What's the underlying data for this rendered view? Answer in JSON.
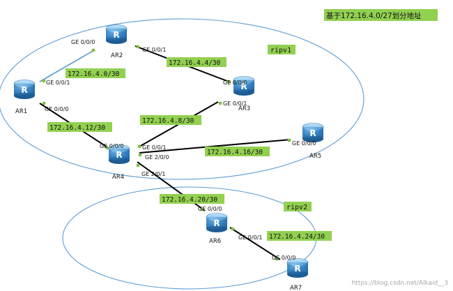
{
  "title": "基于172.16.4.0/27划分地址",
  "areas": {
    "ripv1": "ripv1",
    "ripv2": "ripv2"
  },
  "routers": {
    "AR1": "AR1",
    "AR2": "AR2",
    "AR3": "AR3",
    "AR4": "AR4",
    "AR5": "AR5",
    "AR6": "AR6",
    "AR7": "AR7"
  },
  "subnets": {
    "ar1_ar2": "172.16.4.0/30",
    "ar2_ar3": "172.16.4.4/30",
    "ar3_ar4": "172.16.4.8/30",
    "ar1_ar4": "172.16.4.12/30",
    "ar4_ar5": "172.16.4.16/30",
    "ar4_ar6": "172.16.4.20/30",
    "ar6_ar7": "172.16.4.24/30"
  },
  "ports": {
    "ar2_ge000": "GE 0/0/0",
    "ar2_ge001": "GE 0/0/1",
    "ar1_ge001": "GE 0/0/1",
    "ar1_ge000": "GE 0/0/0",
    "ar3_ge000": "GE 0/0/0",
    "ar3_ge001": "GE 0/0/1",
    "ar4_ge000": "GE 0/0/0",
    "ar4_ge001": "GE 0/0/1",
    "ar4_ge200": "GE 2/0/0",
    "ar4_ge201": "GE 2/0/1",
    "ar5_ge000": "GE 0/0/0",
    "ar6_ge000": "GE 0/0/0",
    "ar6_ge001": "GE 0/0/1",
    "ar7_ge000": "GE 0/0/0"
  },
  "watermark": "https://blog.csdn.net/Alkaid__3",
  "colors": {
    "area_outline": "#5b9bd5",
    "label_fill": "#92d050",
    "link_line": "#000000",
    "ar1_ar2_link": "#5b9bd5",
    "port_dot": "#7fbf3f",
    "router_body": "#3f8fd0"
  }
}
